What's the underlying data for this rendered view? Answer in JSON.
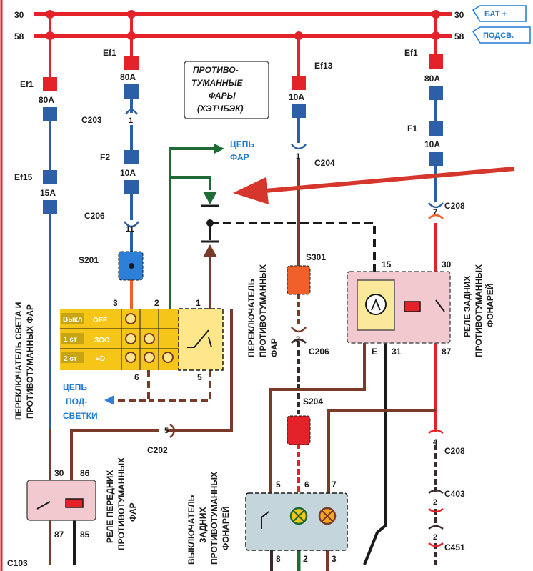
{
  "bus": {
    "left_30": "30",
    "left_58": "58",
    "right_30": "30",
    "right_58": "58",
    "tag_bat": "БАТ +",
    "tag_light": "ПОДСВ."
  },
  "title_box": {
    "line1": "ПРОТИВО-",
    "line2": "ТУМАННЫЕ",
    "line3": "ФАРЫ",
    "line4": "(ХЭТЧБЭК)"
  },
  "fuses": {
    "ef1_a": "Ef1",
    "ef1_a_rating": "80A",
    "ef1_b": "Ef1",
    "ef1_b_rating": "80A",
    "ef13": "Ef13",
    "ef13_rating": "10A",
    "ef1_c": "Ef1",
    "ef1_c_rating": "80A",
    "ef15": "Ef15",
    "ef15_rating": "15A",
    "f2": "F2",
    "f2_rating": "10A",
    "f1": "F1",
    "f1_rating": "10A"
  },
  "connectors": {
    "c203": "C203",
    "c203_pin": "1",
    "c206_top": "C206",
    "c206_top_pin": "11",
    "c204": "C204",
    "c204_pin": "1",
    "c208_top": "C208",
    "c208_top_pin": "7",
    "c206_mid": "C206",
    "c206_mid_pin": "2",
    "c202": "C202",
    "c202_pin": "5",
    "c208_bot": "C208",
    "c208_bot_pin": "4",
    "c403": "C403",
    "c403_pin": "2",
    "c451": "C451",
    "c451_pin": "2",
    "c103": "C103"
  },
  "splices": {
    "s201": "S201",
    "s301": "S301",
    "s204": "S204"
  },
  "circuits": {
    "headlamp": [
      "ЦЕПЬ",
      "ФАР"
    ],
    "backlight": [
      "ЦЕПЬ",
      "ПОД-",
      "СВЕТКИ"
    ]
  },
  "light_switch": {
    "pins": {
      "p3": "3",
      "p2": "2",
      "p1": "1",
      "p6": "6",
      "p5": "5"
    },
    "rows": [
      {
        "label": "Выкл",
        "text": "OFF"
      },
      {
        "label": "1 ст",
        "text": "ЗОО"
      },
      {
        "label": "2 ст",
        "text": "≡D"
      }
    ]
  },
  "rear_relay": {
    "pins": {
      "p15": "15",
      "p30": "30",
      "pE": "E",
      "p31": "31",
      "p87": "87"
    }
  },
  "front_relay": {
    "pins": {
      "p30": "30",
      "p86": "86",
      "p87": "87",
      "p85": "85"
    }
  },
  "rear_switch": {
    "pins": {
      "p5": "5",
      "p6": "6",
      "p7": "7",
      "p8": "8",
      "p2": "2",
      "p3": "3"
    }
  },
  "vertical_labels": {
    "main_switch": [
      "ПЕРЕКЛЮЧАТЕЛЬ СВЕТА И",
      "ПРОТИВОТУМАННЫХ ФАР"
    ],
    "fog_switch": [
      "ПЕРЕКЛЮЧАТЕЛЬ",
      "ПРОТИВОТУМАННЫХ",
      "ФАР"
    ],
    "rear_relay": [
      "РЕЛЕ ЗАДНИХ",
      "ПРОТИВОТУМАННЫХ",
      "ФОНАРЕЙ"
    ],
    "front_relay": [
      "РЕЛЕ ПЕРЕДНИХ",
      "ПРОТИВОТУМАННЫХ",
      "ФАР"
    ],
    "rear_switch": [
      "ВЫКЛЮЧАТЕЛЬ",
      "ЗАДНИХ",
      "ПРОТИВОТУМАННЫХ",
      "ФОНАРЕЙ"
    ]
  },
  "colors": {
    "bus_red": "#e3222a",
    "wire_blue": "#2d5fa8",
    "wire_brown": "#7a3a2a",
    "wire_green": "#1f6b35",
    "wire_orange": "#f0602a",
    "fuse_red": "#e3222a",
    "fuse_blue": "#2d5fa8",
    "switch_yellow": "#f5c518",
    "relay_pink": "#f2c9cf",
    "arrow_red": "#d6372c",
    "tag_blue": "#1f7bd1"
  }
}
